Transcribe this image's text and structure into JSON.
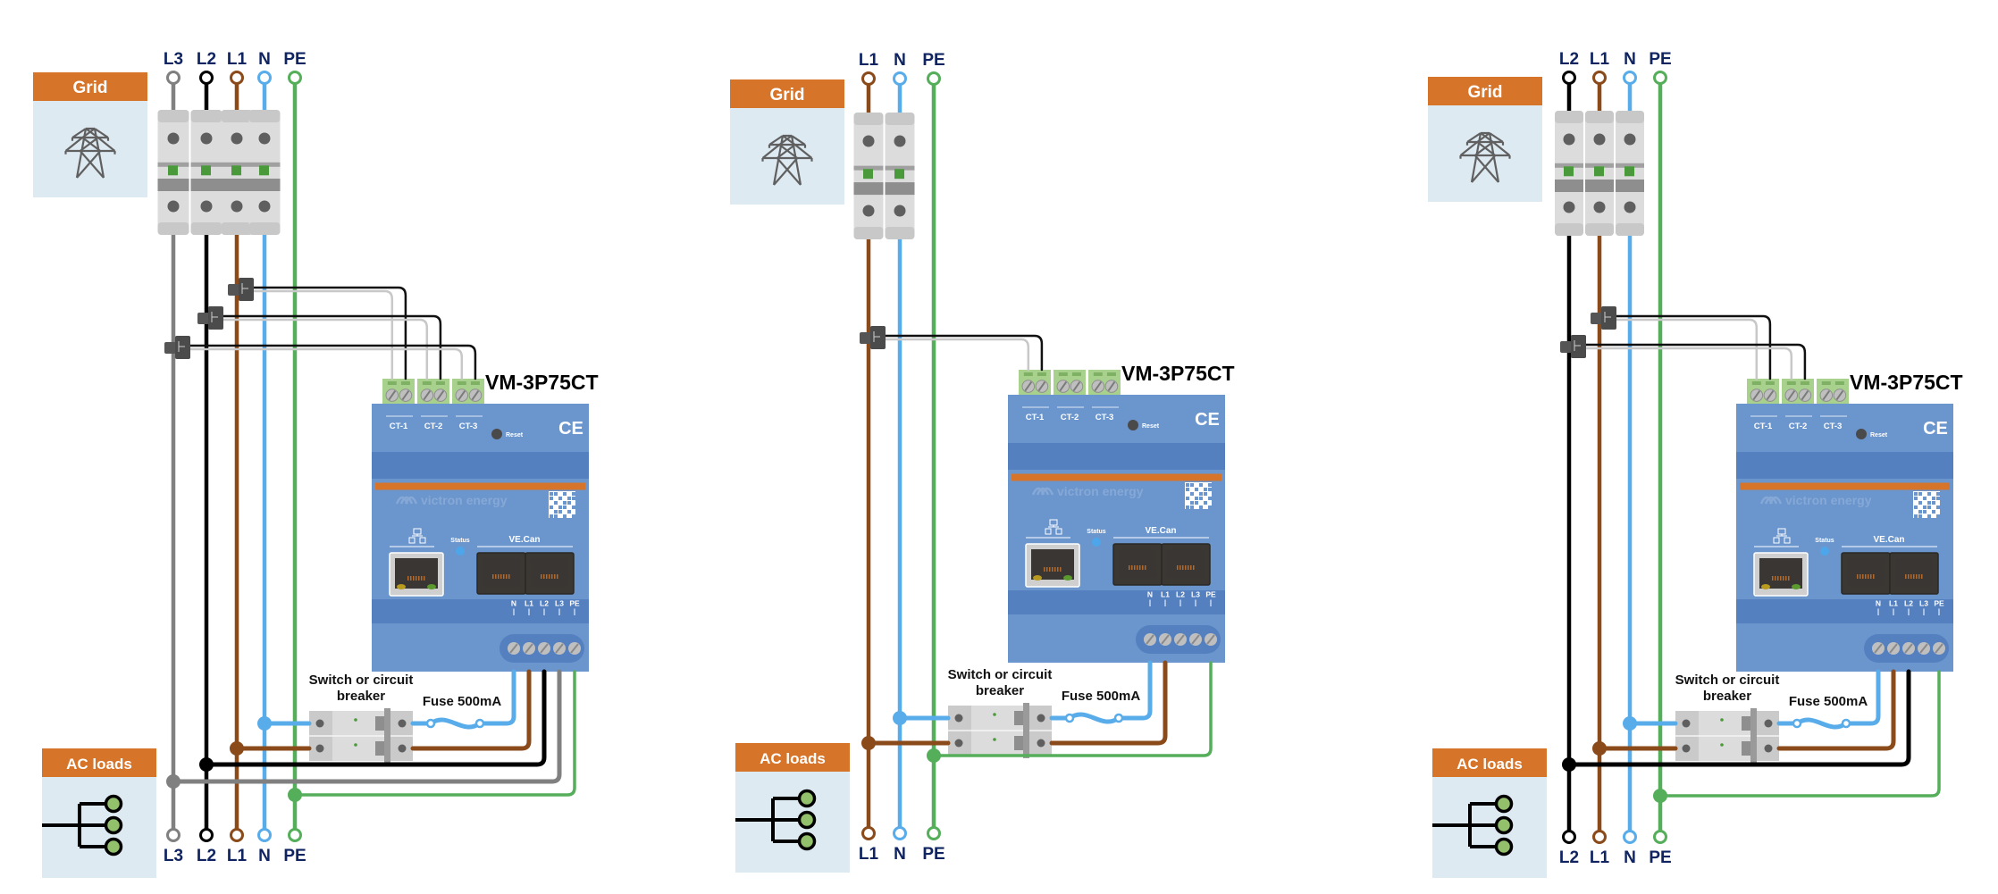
{
  "colors": {
    "L1": "#8b4a1a",
    "L2": "#000000",
    "L3": "#808080",
    "N": "#58acea",
    "PE": "#55ae5a",
    "orange": "#d6742a",
    "panel_bg": "#deeaf2",
    "device_blue": "#6b96cd",
    "device_dark": "#5580c0",
    "label_navy": "#0f2460",
    "terminal_green": "#a9d18e"
  },
  "common": {
    "grid_label": "Grid",
    "ac_loads_label": "AC loads",
    "device_model": "VM-3P75CT",
    "switch_label_line1": "Switch or circuit",
    "switch_label_line2": "breaker",
    "fuse_label": "Fuse 500mA",
    "ct_labels": [
      "CT-1",
      "CT-2",
      "CT-3"
    ],
    "ce_mark": "CE",
    "reset_label": "Reset",
    "brand": "victron energy",
    "status_label": "Status",
    "vecan_label": "VE.Can",
    "terminal_labels": [
      "N",
      "L1",
      "L2",
      "L3",
      "PE"
    ],
    "icons": [
      "power-pylon-icon",
      "load-distribution-icon",
      "network-icon",
      "qr-code-icon"
    ]
  },
  "panels": [
    {
      "name": "three-phase",
      "conductors": [
        "L3",
        "L2",
        "L1",
        "N",
        "PE"
      ],
      "ct_phases": [
        "L1",
        "L2",
        "L3"
      ]
    },
    {
      "name": "single-phase",
      "conductors": [
        "L1",
        "N",
        "PE"
      ],
      "ct_phases": [
        "L1"
      ]
    },
    {
      "name": "split-phase",
      "conductors": [
        "L2",
        "L1",
        "N",
        "PE"
      ],
      "ct_phases": [
        "L1",
        "L2"
      ]
    }
  ]
}
